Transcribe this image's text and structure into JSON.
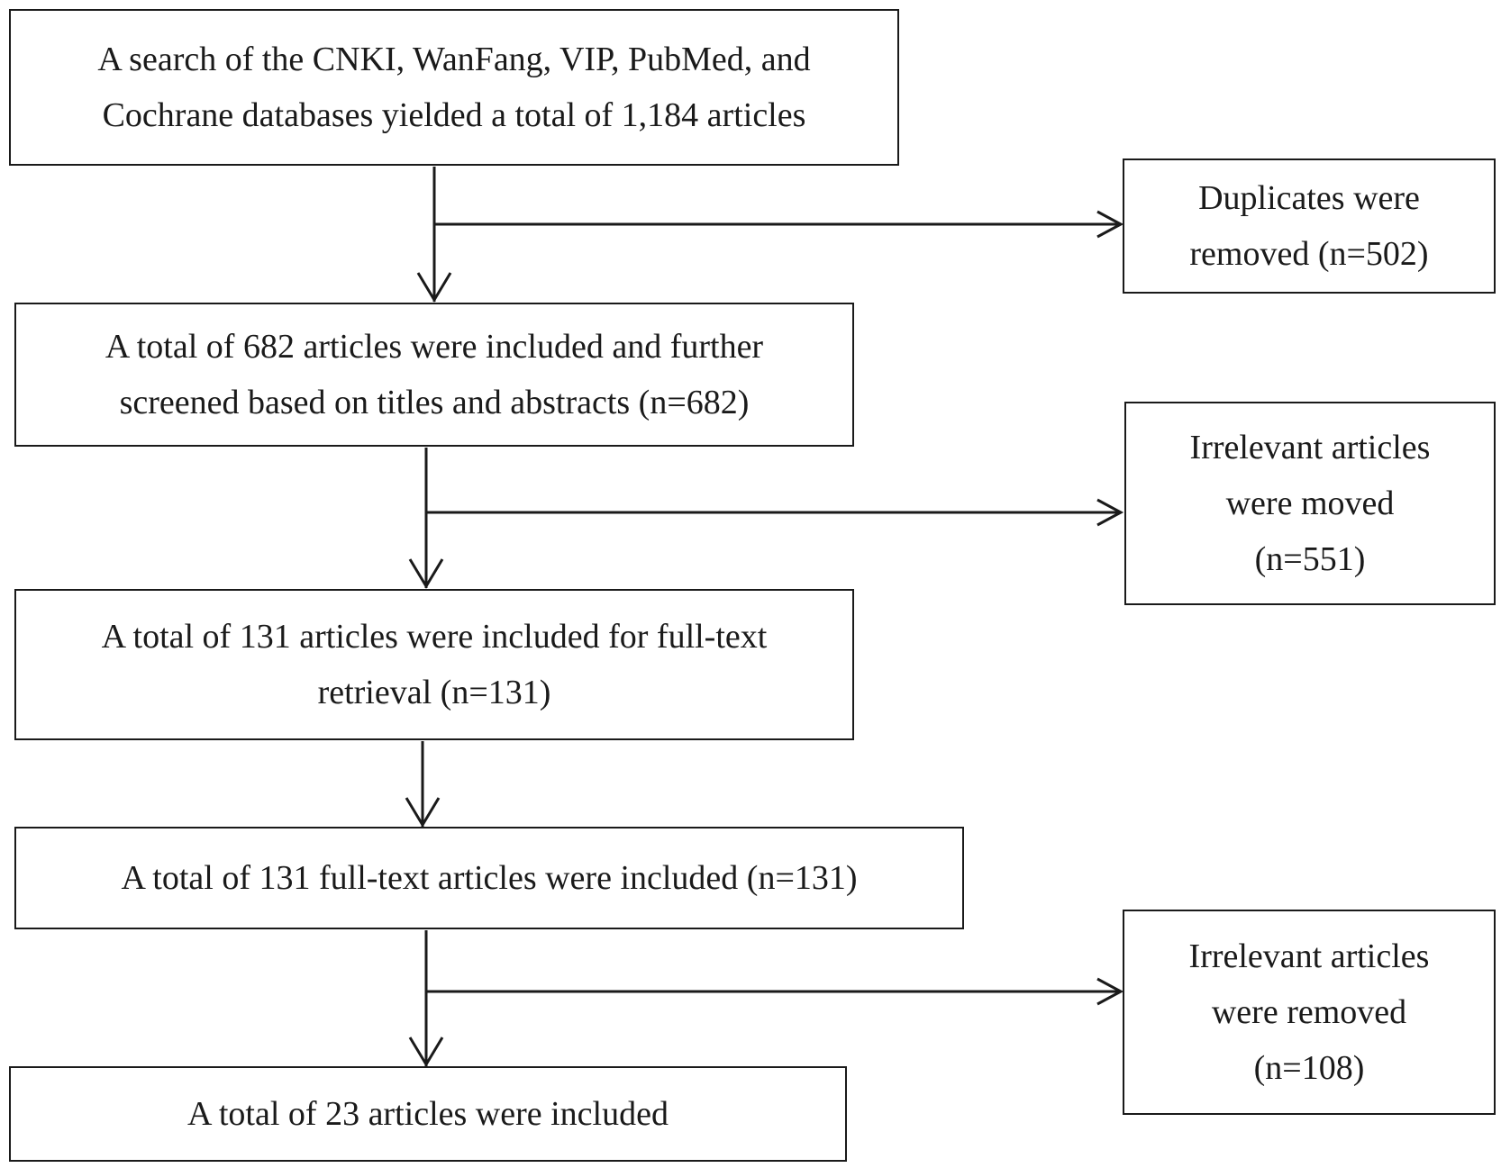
{
  "flow": {
    "main_steps": [
      {
        "text": "A search of the CNKI, WanFang, VIP, PubMed, and Cochrane databases yielded a total of 1,184 articles"
      },
      {
        "text": "A total of 682 articles were included and further screened based on titles and abstracts (n=682)"
      },
      {
        "text": "A total of 131 articles were included for full-text retrieval (n=131)"
      },
      {
        "text": "A total of 131 full-text articles were included (n=131)"
      },
      {
        "text": "A total of 23 articles were included"
      }
    ],
    "exclusions": [
      {
        "text": "Duplicates were removed (n=502)"
      },
      {
        "text": "Irrelevant articles were moved (n=551)"
      },
      {
        "text": "Irrelevant articles were removed (n=108)"
      }
    ]
  }
}
